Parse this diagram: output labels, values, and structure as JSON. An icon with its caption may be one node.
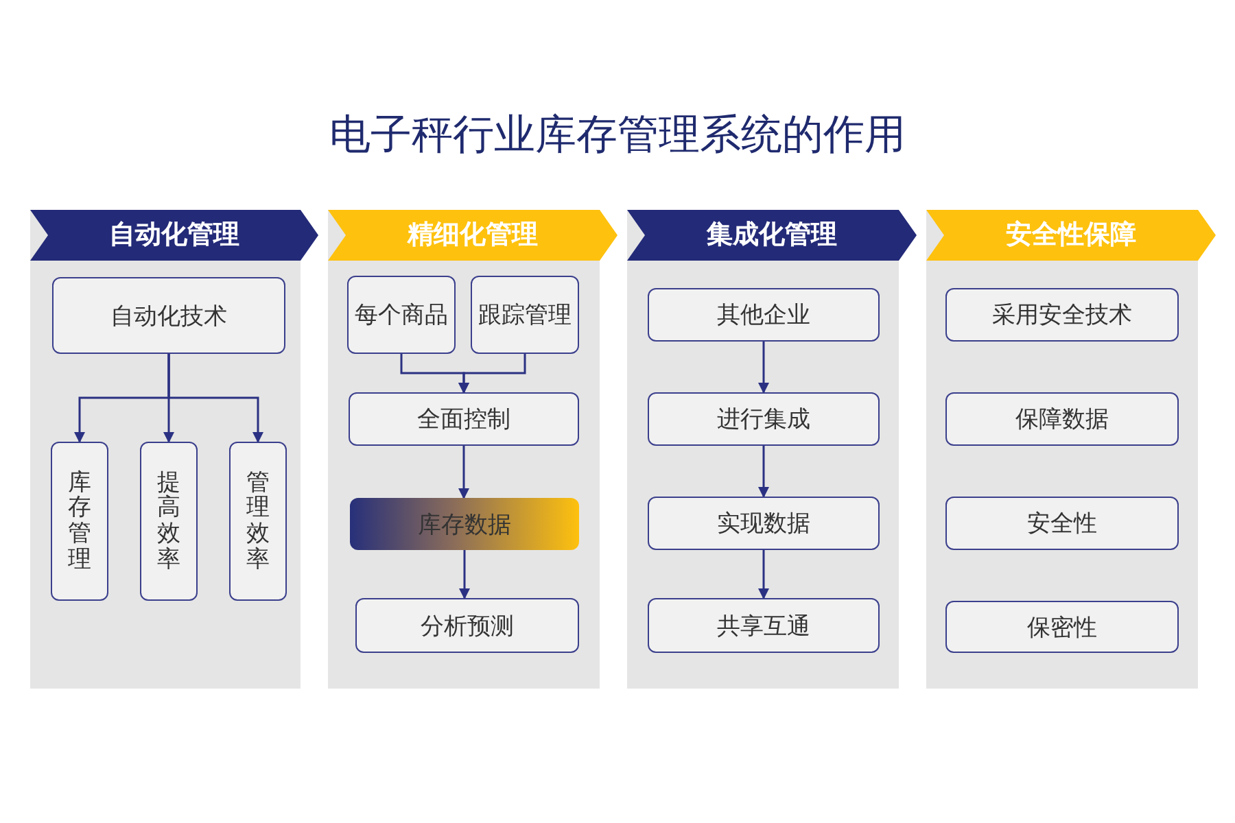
{
  "diagram": {
    "title": "电子秤行业库存管理系统的作用",
    "nodes": [
      {
        "text": [
          "自动化管理"
        ]
      },
      {
        "text": [
          "自动化技术"
        ],
        "in": 0
      },
      {
        "text": [
          "库存管理"
        ],
        "in": 0
      },
      {
        "text": [
          "提高效率"
        ],
        "in": 0
      },
      {
        "text": [
          "管理效率"
        ],
        "in": 0
      },
      {
        "text": [
          "精细化管理"
        ]
      },
      {
        "text": [
          "每个商品"
        ],
        "in": 5
      },
      {
        "text": [
          "跟踪管理"
        ],
        "in": 5
      },
      {
        "text": [
          "全面控制"
        ],
        "in": 5
      },
      {
        "text": [
          "库存数据"
        ],
        "in": 5
      },
      {
        "text": [
          "分析预测"
        ],
        "in": 5
      },
      {
        "text": [
          "集成化管理"
        ]
      },
      {
        "text": [
          "其他企业"
        ],
        "in": 11
      },
      {
        "text": [
          "进行集成"
        ],
        "in": 11
      },
      {
        "text": [
          "实现数据"
        ],
        "in": 11
      },
      {
        "text": [
          "共享互通"
        ],
        "in": 11
      },
      {
        "text": [
          "安全性保障"
        ]
      },
      {
        "text": [
          "采用安全技术"
        ],
        "in": 16
      },
      {
        "text": [
          "保障数据"
        ],
        "in": 16
      },
      {
        "text": [
          "安全性"
        ],
        "in": 16
      },
      {
        "text": [
          "保密性"
        ],
        "in": 16
      }
    ],
    "edges": [
      {
        "from": 1,
        "to": 2,
        "arrow": "to"
      },
      {
        "from": 1,
        "to": 3,
        "arrow": "to"
      },
      {
        "from": 1,
        "to": 4,
        "arrow": "to"
      },
      {
        "from": 6,
        "to": 8,
        "arrow": "to"
      },
      {
        "from": 7,
        "to": 8,
        "arrow": "to"
      },
      {
        "from": 8,
        "to": 9,
        "arrow": "to"
      },
      {
        "from": 9,
        "to": 10,
        "arrow": "to"
      },
      {
        "from": 12,
        "to": 13,
        "arrow": "to"
      },
      {
        "from": 13,
        "to": 14,
        "arrow": "to"
      },
      {
        "from": 14,
        "to": 15,
        "arrow": "to"
      }
    ]
  }
}
